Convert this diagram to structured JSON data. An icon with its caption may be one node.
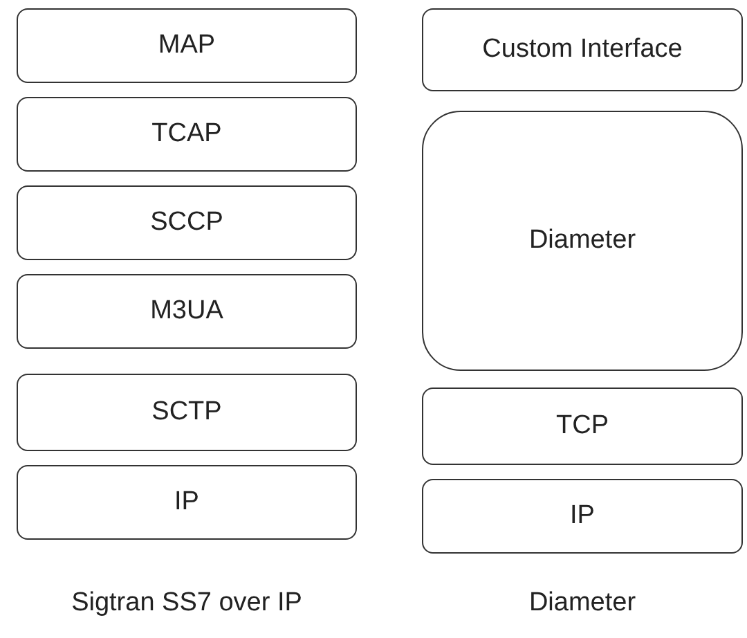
{
  "diagram": {
    "nodes": [
      {
        "text": [
          "MAP"
        ]
      },
      {
        "text": [
          "TCAP"
        ]
      },
      {
        "text": [
          "SCCP"
        ]
      },
      {
        "text": [
          "M3UA"
        ]
      },
      {
        "text": [
          "SCTP"
        ]
      },
      {
        "text": [
          "IP"
        ]
      },
      {
        "text": [
          "Custom Interface"
        ]
      },
      {
        "text": [
          "Diameter"
        ]
      },
      {
        "text": [
          "TCP"
        ]
      },
      {
        "text": [
          "IP"
        ]
      }
    ],
    "edges": [],
    "labels": [
      "Sigtran SS7 over IP",
      "Diameter"
    ]
  }
}
